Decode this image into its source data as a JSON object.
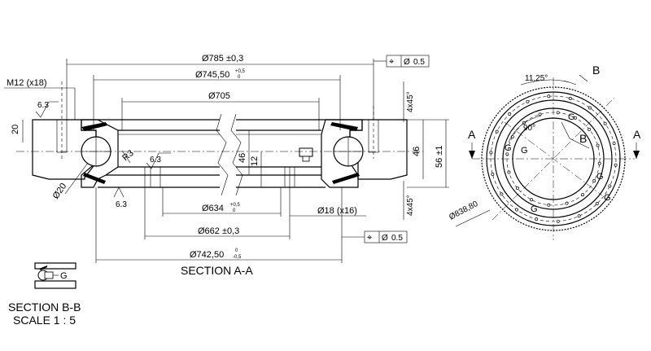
{
  "section_view": {
    "title": "SECTION A-A",
    "dims": {
      "d785": "Ø785 ±0,3",
      "d745": "Ø745,50",
      "d745_tol_upper": "+0,5",
      "d745_tol_lower": "0",
      "d705": "Ø705",
      "d634": "Ø634",
      "d634_tol_upper": "+0,5",
      "d634_tol_lower": "0",
      "d662": "Ø662 ±0,3",
      "d742": "Ø742,50",
      "d742_tol_upper": "0",
      "d742_tol_lower": "-0,5",
      "d18": "Ø18 (x16)",
      "d20": "Ø20",
      "m12": "M12 (x18)",
      "h20": "20",
      "h46a": "46",
      "h12": "12",
      "h46b": "46",
      "h56": "56 ±1",
      "cham_top": "4x45°",
      "cham_bot": "4x45°",
      "r3": "R3",
      "rough1": "6.3",
      "rough2": "6.3",
      "rough3": "6.3"
    },
    "tolerance_frame_top": {
      "symbol": "⌖",
      "diam": "Ø",
      "value": "0.5"
    },
    "tolerance_frame_bottom": {
      "symbol": "⌖",
      "diam": "Ø",
      "value": "0.5"
    }
  },
  "top_view": {
    "d838": "Ø838,80",
    "angle_1125": "11,25°",
    "angle_90": "90°",
    "label_a_left": "A",
    "label_a_right": "A",
    "label_b_top": "B",
    "label_b_mid": "B",
    "g_labels": [
      "G",
      "G",
      "G",
      "G",
      "G",
      "G"
    ]
  },
  "detail_view": {
    "title": "SECTION B-B",
    "scale": "SCALE 1 : 5",
    "g_label": "G"
  }
}
